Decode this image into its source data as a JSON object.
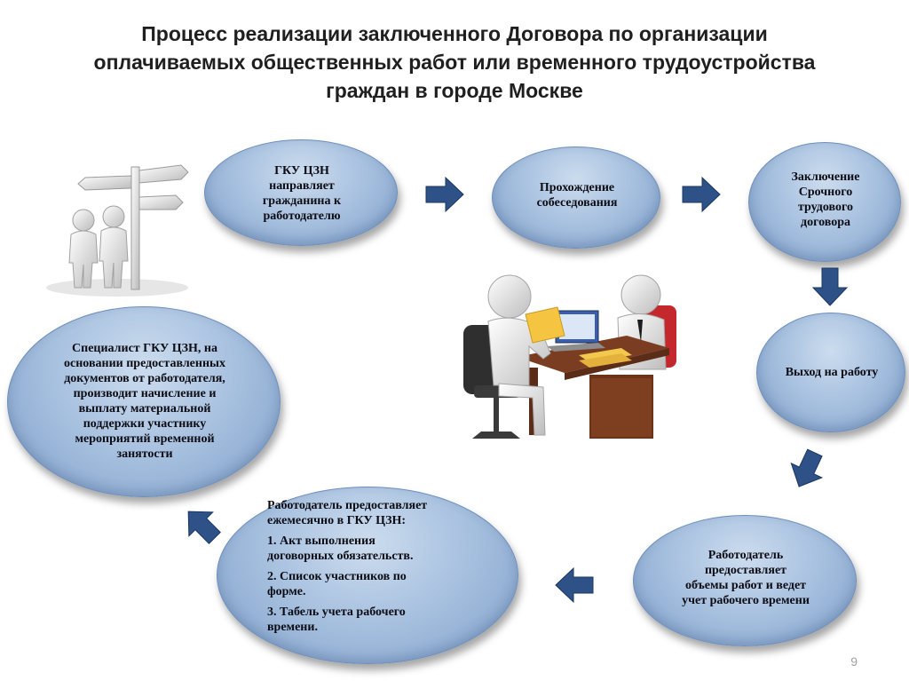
{
  "title": {
    "line1": "Процесс реализации заключенного Договора по организации",
    "line2": "оплачиваемых общественных работ или временного трудоустройства",
    "line3": "граждан в городе Москве"
  },
  "steps": {
    "s1": [
      "ГКУ ЦЗН",
      "направляет",
      "гражданина к",
      "работодателю"
    ],
    "s2": [
      "Прохождение",
      "собеседования"
    ],
    "s3": [
      "Заключение",
      "Срочного",
      "трудового",
      "договора"
    ],
    "s4": [
      "Выход на работу"
    ],
    "s5": [
      "Работодатель",
      "предоставляет",
      "объемы работ и ведет",
      "учет рабочего времени"
    ],
    "s6": {
      "intro": [
        "Работодатель  предоставляет",
        "ежемесячно в ГКУ ЦЗН:"
      ],
      "item1": [
        "1. Акт выполнения",
        "договорных обязательств."
      ],
      "item2": [
        "2. Список участников по",
        "форме."
      ],
      "item3": [
        "3. Табель учета рабочего",
        "времени."
      ]
    },
    "s7": [
      "Специалист ГКУ ЦЗН, на",
      "основании предоставленных",
      "документов от работодателя,",
      "производит начисление и",
      "выплату материальной",
      "поддержки участнику",
      "мероприятий временной",
      "занятости"
    ]
  },
  "page_number": "9",
  "colors": {
    "oval_fill": "#a9c2e0",
    "oval_border": "#6d8ebc",
    "arrow": "#2e5287"
  },
  "icons": {
    "people_signpost": "people-at-signpost-illustration",
    "office": "office-interview-illustration",
    "arrow": "flow-arrow-icon"
  }
}
